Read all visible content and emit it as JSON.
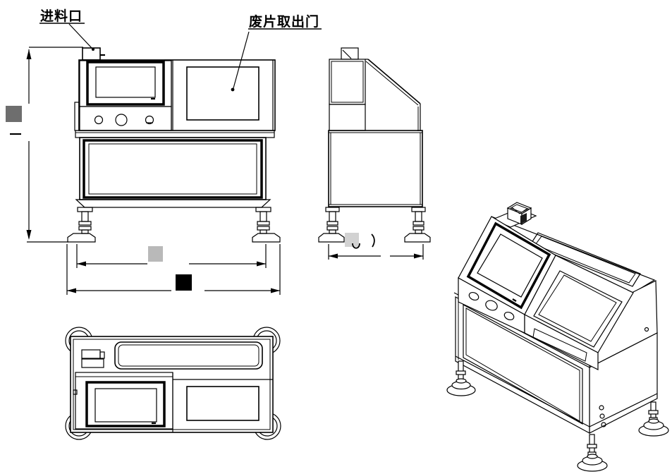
{
  "drawing": {
    "background": "#ffffff",
    "line_color": "#000000",
    "labels": {
      "feed_inlet": "进料口",
      "waste_door": "废片取出门"
    },
    "dimensions": {
      "front_height": {
        "value_hidden": true,
        "redaction_color": "#6e6e6e"
      },
      "front_width_inner": {
        "value_hidden": true,
        "redaction_color": "#b9b9b9"
      },
      "front_width_outer": {
        "value_hidden": true,
        "redaction_color": "#000000"
      },
      "side_depth": {
        "value_hidden": true,
        "redaction_color": "#d2d2d2",
        "visible_glyph_fragments": "u )"
      }
    }
  }
}
